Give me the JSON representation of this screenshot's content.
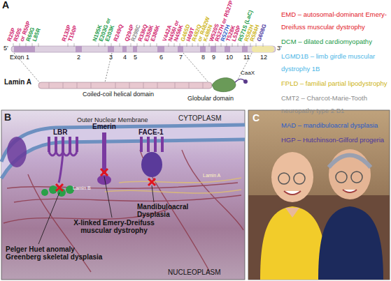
{
  "diagram": {
    "labels": [
      "A",
      "5'",
      "3'",
      "Exon 1",
      "2",
      "3",
      "4",
      "5",
      "6",
      "7",
      "8",
      "9",
      "10",
      "11",
      "12",
      "Lamin A",
      "CaaX",
      "Coiled-coil helical domain",
      "Globular domain",
      "R25P",
      "R50S",
      "or R50P",
      "R60G",
      "L85R",
      "R133P",
      "T150P",
      "N195K",
      "E203G or",
      "E203K",
      "R249Q",
      "Q294P",
      "R298C",
      "R336Q",
      "E358K",
      "E386K",
      "V442A",
      "N456I or",
      "N456K",
      "G465D",
      "I469T",
      "R482Q",
      "or R482W",
      "K486N",
      "W520S",
      "R527H or R527P",
      "R527H",
      "T528K",
      "L530P",
      "R571S (LaC)",
      "R582H",
      "R584H",
      "G608G",
      "B",
      "CYTOPLASM",
      "Outer Nuclear Membrane",
      "LBR",
      "Emerin",
      "FACE-1",
      "Lamin B",
      "Lamin A",
      "Mandibuloacral Dysplasia",
      "X-linked Emery-Dreifuss muscular dystrophy",
      "Pelger Huet anomaly Greenberg skeletal dysplasia",
      "NUCLEOPLASM",
      "C"
    ],
    "legend": [
      {
        "text": "EMD – autosomal-dominant Emery-Dreifuss muscular dystrophy",
        "color": "#e2202a"
      },
      {
        "text": "DCM – dilated cardiomyopathy",
        "color": "#1a9a48"
      },
      {
        "text": "LGMD1B – limb girdle muscular dystrophy 1B",
        "color": "#4cb6e6"
      },
      {
        "text": "FPLD – familial partial lipodystrophy",
        "color": "#cdb418"
      },
      {
        "text": "CMT2 – Charcot-Marie-Tooth neuropathy type 2 B1",
        "color": "#8c8c8c"
      },
      {
        "text": "MAD – mandibuloacral dysplasia",
        "color": "#2a5cc8"
      },
      {
        "text": "HGP – Hutchinson-Gilford progeria",
        "color": "#4a36a0"
      }
    ]
  }
}
